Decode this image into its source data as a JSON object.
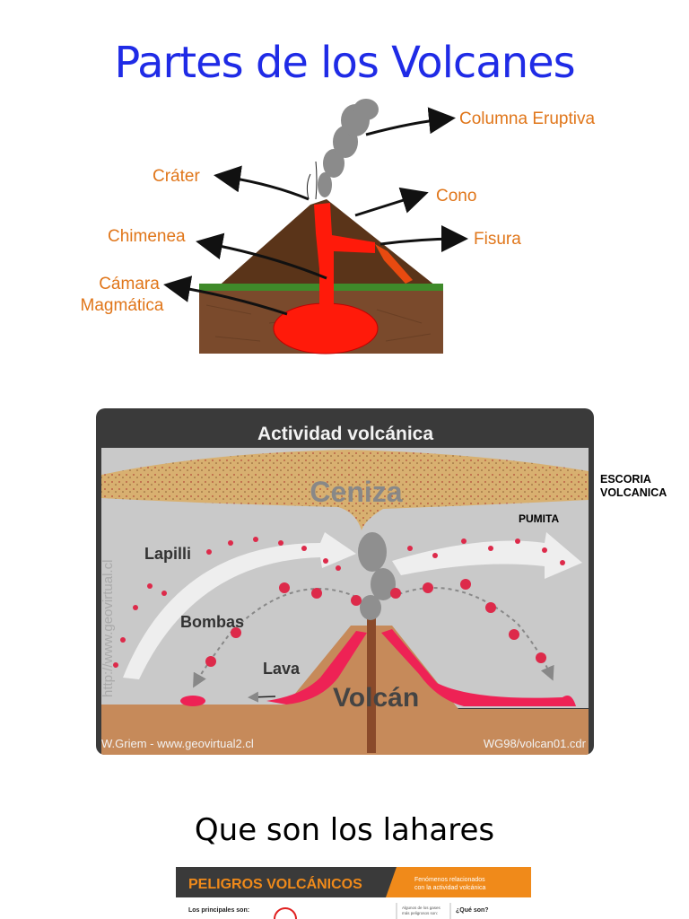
{
  "diagram1": {
    "title": "Partes de los Volcanes",
    "labels": {
      "columna": "Columna Eruptiva",
      "crater": "Cráter",
      "cono": "Cono",
      "chimenea": "Chimenea",
      "fisura": "Fisura",
      "camara_line1": "Cámara",
      "camara_line2": "Magmática"
    }
  },
  "diagram2": {
    "title": "Actividad volcánica",
    "ceniza": "Ceniza",
    "lapilli": "Lapilli",
    "bombas": "Bombas",
    "lava": "Lava",
    "volcan": "Volcán",
    "credit": "W.Griem - www.geovirtual2.cl",
    "file": "WG98/volcan01.cdr",
    "watermark": "http://www.geovirtual.cl",
    "side_note_1": "ESCORIA",
    "side_note_2": "VOLCANICA",
    "pumita": "PUMITA"
  },
  "heading": "Que son los lahares",
  "poster": {
    "title": "PELIGROS VOLCÁNICOS",
    "subtitle_1": "Fenómenos relacionados",
    "subtitle_2": "con la actividad volcánica",
    "principales": "Los principales son:",
    "que_son": "¿Qué son?",
    "small_1": "Algunos de los gases",
    "small_2": "más peligrosos son:"
  }
}
